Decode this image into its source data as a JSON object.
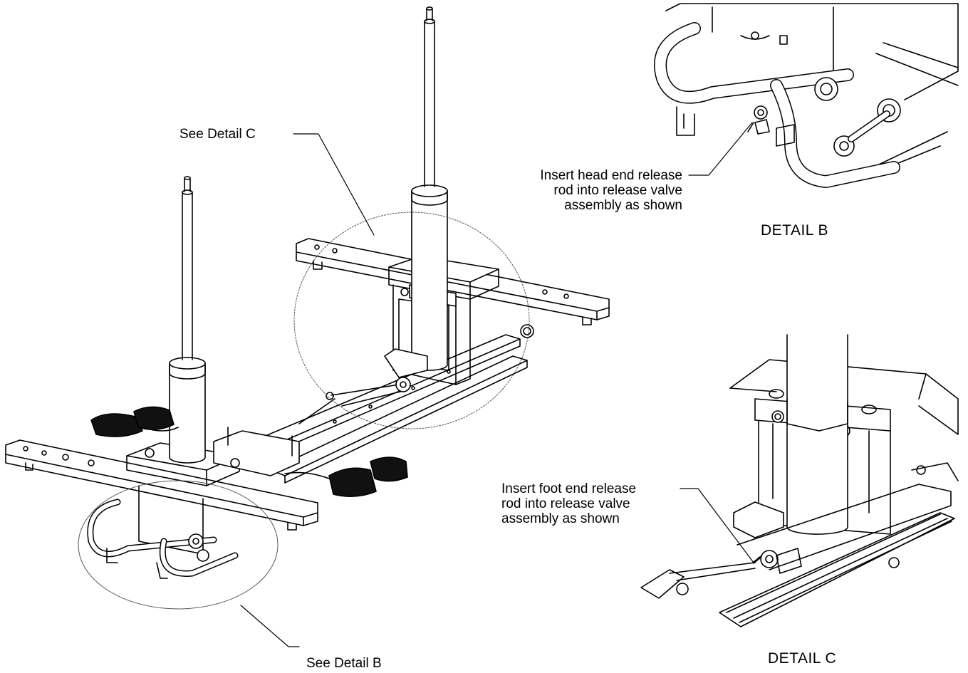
{
  "callouts": {
    "see_detail_c": "See Detail C",
    "see_detail_b": "See Detail B",
    "head_end_note": [
      "Insert head end release",
      "rod into release valve",
      "assembly as shown"
    ],
    "foot_end_note": [
      "Insert foot end release",
      "rod into release valve",
      "assembly as shown"
    ]
  },
  "captions": {
    "detail_b": "DETAIL B",
    "detail_c": "DETAIL C"
  },
  "colors": {
    "line": "#000000",
    "background": "#ffffff"
  }
}
